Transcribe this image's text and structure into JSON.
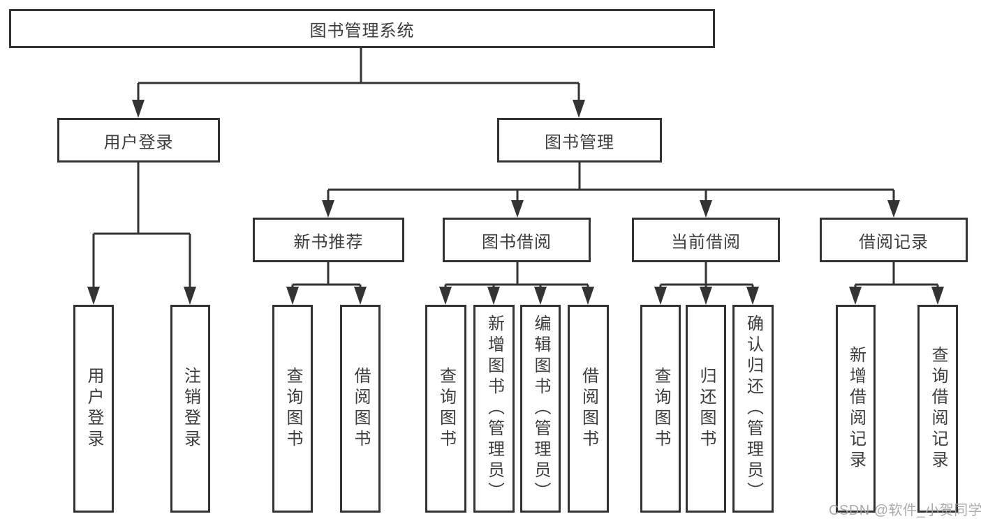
{
  "diagram": {
    "root": {
      "label": "图书管理系统"
    },
    "level2": {
      "user_login": {
        "label": "用户登录"
      },
      "book_mgmt": {
        "label": "图书管理"
      }
    },
    "level3": {
      "new_book": {
        "label": "新书推荐"
      },
      "book_borrow": {
        "label": "图书借阅"
      },
      "current_borrow": {
        "label": "当前借阅"
      },
      "borrow_record": {
        "label": "借阅记录"
      }
    },
    "leaves": {
      "user_login": [
        "用户登录",
        "注销登录"
      ],
      "new_book": [
        "查询图书",
        "借阅图书"
      ],
      "book_borrow": [
        "查询图书",
        "新增图书（管理员）",
        "编辑图书（管理员）",
        "借阅图书"
      ],
      "current_borrow": [
        "查询图书",
        "归还图书",
        "确认归还（管理员）"
      ],
      "borrow_record": [
        "新增借阅记录",
        "查询借阅记录"
      ]
    }
  },
  "watermark": {
    "text": "CSDN @软件_小贺同学"
  },
  "colors": {
    "line": "#333333",
    "text": "#3d3d3d",
    "watermark": "#a3a3a3",
    "background": "#ffffff"
  }
}
